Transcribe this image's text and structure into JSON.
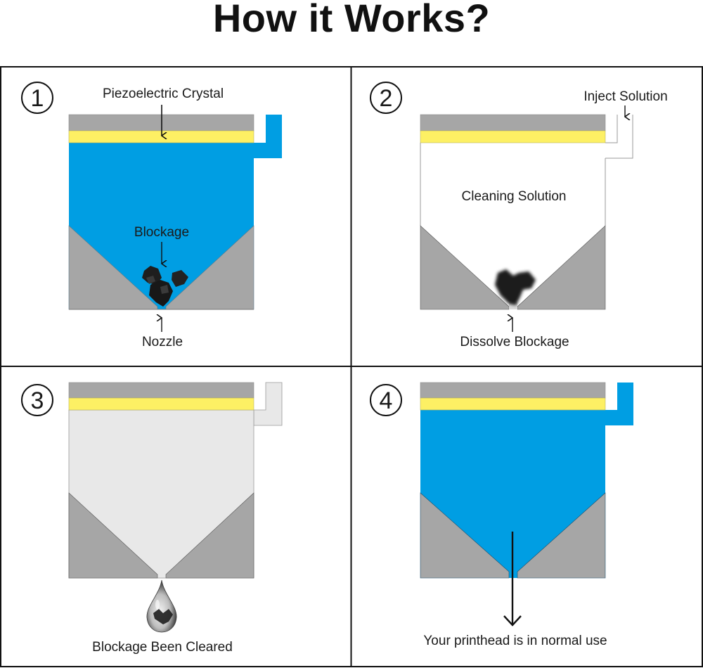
{
  "title": "How it Works?",
  "colors": {
    "housing_gray": "#a6a6a6",
    "crystal_yellow": "#fdf064",
    "ink_blue": "#009ee3",
    "solution_white": "#ffffff",
    "solution_lightgray": "#e8e8e8",
    "blockage_black": "#1e1e1e",
    "border": "#111111"
  },
  "panels": [
    {
      "step": "1",
      "labels": {
        "crystal": "Piezoelectric Crystal",
        "blockage": "Blockage",
        "nozzle": "Nozzle"
      },
      "state": "ink with blockage"
    },
    {
      "step": "2",
      "labels": {
        "inject": "Inject Solution",
        "solution": "Cleaning Solution",
        "dissolve": "Dissolve Blockage"
      },
      "state": "cleaning solution dissolving blockage"
    },
    {
      "step": "3",
      "labels": {
        "cleared": "Blockage Been Cleared"
      },
      "state": "blockage expelled as droplet"
    },
    {
      "step": "4",
      "labels": {
        "normal": "Your printhead is in normal use"
      },
      "state": "ink flowing normally"
    }
  ]
}
